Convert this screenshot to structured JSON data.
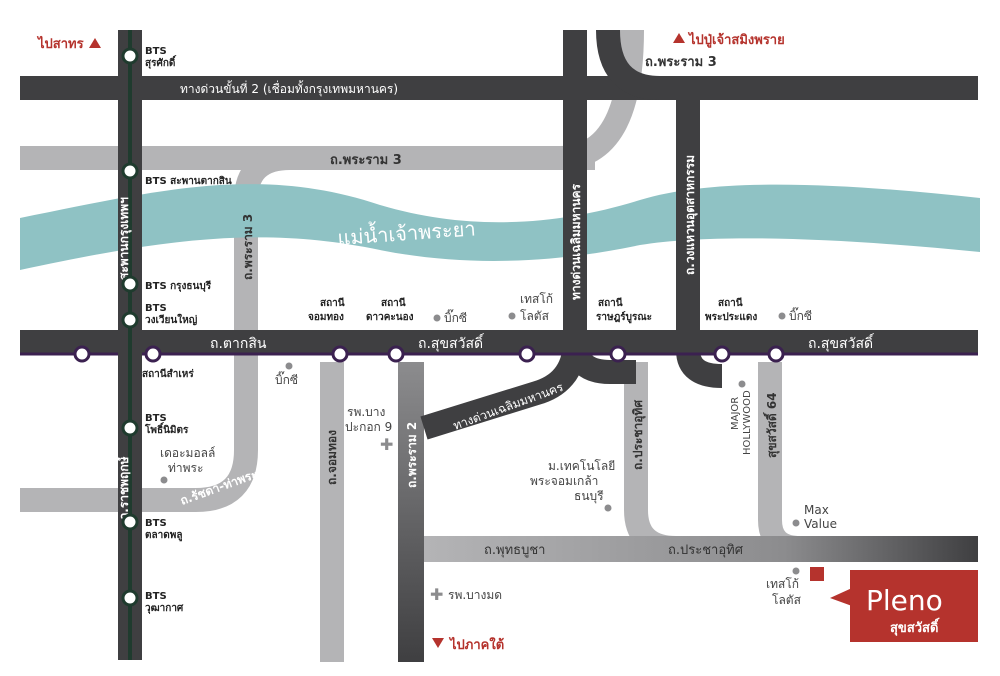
{
  "colors": {
    "road_light": "#b4b4b6",
    "road_dark": "#3f3f41",
    "road_mid": "#8c8c8e",
    "river": "#8fc2c4",
    "river_text": "#ffffff",
    "bts_line": "#1f3b2e",
    "purple_line": "#3b2150",
    "direction_red": "#b5332d",
    "brand_red": "#b5332d"
  },
  "directions": {
    "sathon": "ไปสาทร",
    "pu_chao": "ไปปู่เจ้าสมิงพราย",
    "south": "ไปภาคใต้"
  },
  "roads": {
    "expressway2": "ทางด่วนขั้นที่ 2 (เชื่อมทั้งกรุงเทพมหานคร)",
    "rama3_top": "ถ.พระราม 3",
    "rama3_mid": "ถ.พระราม 3",
    "rama3_vertical": "ถ.พระราม 3",
    "saphan_krungthep": "สะพานกรุงเทพฯ",
    "chaloem_vertical": "ทางด่วนเฉลิมมหานคร",
    "chaloem_diagonal": "ทางด่วนเฉลิมมหานคร",
    "kanchanaphisek": "ถ.วงแหวนอุตสาหกรรม",
    "taksin": "ถ.ตากสิน",
    "sukhumvit_mid": "ถ.สุขสวัสดิ์",
    "sukhumvit_right": "ถ.สุขสวัสดิ์",
    "ratchaphruek": "ถ.ราชพฤกษ์",
    "ratchada_thapra": "ถ.รัชดา-ท่าพระ",
    "chomthong": "ถ.จอมทอง",
    "rama2": "ถ.พระราม 2",
    "pracha_uthit_v": "ถ.ประชาอุทิศ",
    "pracha_uthit_h": "ถ.ประชาอุทิศ",
    "phutthabucha": "ถ.พุทธบูชา",
    "suksawat64": "สุขสวัสดิ์ 64"
  },
  "river": {
    "label": "แม่น้ำเจ้าพระยา"
  },
  "bts_stations": [
    {
      "line1": "BTS",
      "line2": "สุรศักดิ์"
    },
    {
      "line1": "BTS สะพานตากสิน",
      "line2": ""
    },
    {
      "line1": "BTS กรุงธนบุรี",
      "line2": ""
    },
    {
      "line1": "BTS",
      "line2": "วงเวียนใหญ่"
    },
    {
      "line1": "BTS",
      "line2": "โพธิ์นิมิตร"
    },
    {
      "line1": "BTS",
      "line2": "ตลาดพลู"
    },
    {
      "line1": "BTS",
      "line2": "วุฒากาศ"
    }
  ],
  "purple_stations": {
    "samre": "สถานีสำเหร่",
    "chomthong": [
      "สถานี",
      "จอมทอง"
    ],
    "dao_khanong": [
      "สถานี",
      "ดาวคะนอง"
    ],
    "rat_burana": [
      "สถานี",
      "ราษฎร์บูรณะ"
    ],
    "pra_pradaeng": [
      "สถานี",
      "พระประแดง"
    ]
  },
  "landmarks": {
    "big_c_1": "บิ๊กซี",
    "big_c_2": "บิ๊กซี",
    "big_c_3": "บิ๊กซี",
    "lotus_1": [
      "เทสโก้",
      "โลตัส"
    ],
    "lotus_2": [
      "เทสโก้",
      "โลตัส"
    ],
    "the_mall": [
      "เดอะมอลล์",
      "ท่าพระ"
    ],
    "hospital_bangpakok": [
      "รพ.บาง",
      "ปะกอก 9"
    ],
    "hospital_bangmod": "รพ.บางมด",
    "kmutt": [
      "ม.เทคโนโลยี",
      "พระจอมเกล้า",
      "ธนบุรี"
    ],
    "major": [
      "MAJOR",
      "HOLLYWOOD"
    ],
    "max_value": [
      "Max",
      "Value"
    ]
  },
  "project": {
    "logo": "Pleno",
    "branch": "สุขสวัสดิ์"
  }
}
